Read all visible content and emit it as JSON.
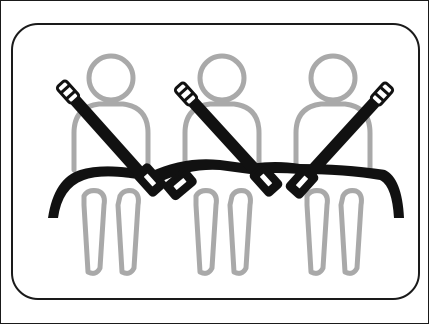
{
  "figure": {
    "subject": "three-seated-occupants-with-lap-shoulder-belts",
    "occupants": [
      {
        "id": "left",
        "belt_direction": "upper-left-to-lower-right"
      },
      {
        "id": "center",
        "belt_direction": "upper-left-to-lower-right"
      },
      {
        "id": "right",
        "belt_direction": "upper-right-to-lower-left"
      }
    ],
    "colors": {
      "outline": "#1a1a1a",
      "figure_gray": "#a9a9a9",
      "belt": "#111111",
      "background": "#ffffff"
    }
  }
}
